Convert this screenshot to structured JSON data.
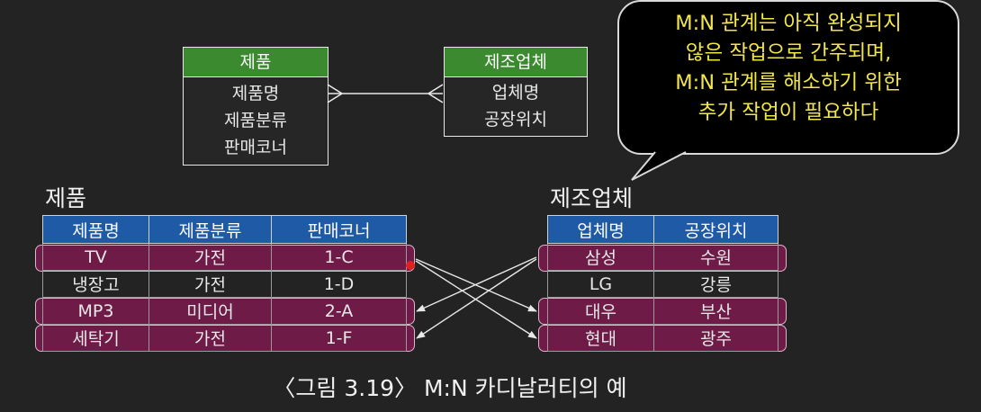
{
  "er_diagram": {
    "product_entity": {
      "name": "제품",
      "attributes": [
        "제품명",
        "제품분류",
        "판매코너"
      ]
    },
    "maker_entity": {
      "name": "제조업체",
      "attributes": [
        "업체명",
        "공장위치"
      ]
    }
  },
  "callout": {
    "lines": [
      "M:N 관계는 아직 완성되지",
      "않은 작업으로 간주되며,",
      "M:N 관계를 해소하기 위한",
      "추가 작업이 필요하다"
    ]
  },
  "product_table": {
    "title": "제품",
    "headers": [
      "제품명",
      "제품분류",
      "판매코너"
    ],
    "rows": [
      [
        "TV",
        "가전",
        "1-C"
      ],
      [
        "냉장고",
        "가전",
        "1-D"
      ],
      [
        "MP3",
        "미디어",
        "2-A"
      ],
      [
        "세탁기",
        "가전",
        "1-F"
      ]
    ],
    "highlighted_rows": [
      0,
      2,
      3
    ]
  },
  "maker_table": {
    "title": "제조업체",
    "headers": [
      "업체명",
      "공장위치"
    ],
    "rows": [
      [
        "삼성",
        "수원"
      ],
      [
        "LG",
        "강릉"
      ],
      [
        "대우",
        "부산"
      ],
      [
        "현대",
        "광주"
      ]
    ],
    "highlighted_rows": [
      0,
      2,
      3
    ]
  },
  "caption": "〈그림 3.19〉 M:N 카디날러티의 예",
  "colors": {
    "background": "#232323",
    "entity_header": "#3b8a2f",
    "table_header": "#1f5aa6",
    "highlight_row": "#6e1b48",
    "callout_text": "#f2e64b",
    "pointer_dot": "#e02020"
  }
}
